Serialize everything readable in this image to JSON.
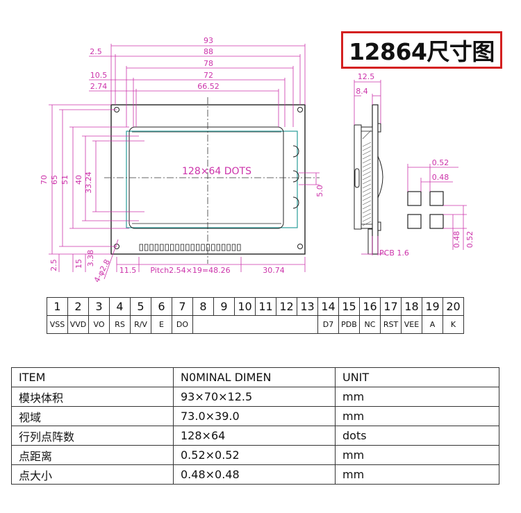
{
  "title": "12864尺寸图",
  "front_view": {
    "top_dims": [
      "93",
      "88",
      "78",
      "72",
      "66.52"
    ],
    "left_offsets": [
      "2.5",
      "10.5",
      "2.74"
    ],
    "left_dims": [
      "70",
      "65",
      "51",
      "40",
      "33.24"
    ],
    "bottom_left_dims": [
      "2.5",
      "15",
      "3.38"
    ],
    "hole_label": "4-φ2.8",
    "bottom_dims": [
      "11.5",
      "Pitch2.54×19=48.26",
      "30.74"
    ],
    "center_label": "128×64  DOTS",
    "right_dim": "5.0"
  },
  "side_view": {
    "dims": [
      "12.5",
      "8.4"
    ],
    "pcb_label": "PCB  1.6"
  },
  "dot_detail": {
    "top_dims": [
      "0.52",
      "0.48"
    ],
    "right_dims": [
      "0.48",
      "0.52"
    ]
  },
  "pin_table": {
    "numbers": [
      "1",
      "2",
      "3",
      "4",
      "5",
      "6",
      "7",
      "8",
      "9",
      "10",
      "11",
      "12",
      "13",
      "14",
      "15",
      "16",
      "17",
      "18",
      "19",
      "20"
    ],
    "signals": [
      "VSS",
      "VVD",
      "VO",
      "RS",
      "R/V",
      "E",
      "DO",
      "",
      "",
      "",
      "",
      "",
      "",
      "D7",
      "PDB",
      "NC",
      "RST",
      "VEE",
      "A",
      "K"
    ]
  },
  "spec_table": {
    "header": [
      "ITEM",
      "N0MINAL DIMEN",
      "UNIT"
    ],
    "rows": [
      [
        "模块体积",
        "93×70×12.5",
        "mm"
      ],
      [
        "视域",
        "73.0×39.0",
        "mm"
      ],
      [
        "行列点阵数",
        "128×64",
        "dots"
      ],
      [
        "点距离",
        "0.52×0.52",
        "mm"
      ],
      [
        "点大小",
        "0.48×0.48",
        "mm"
      ]
    ]
  }
}
